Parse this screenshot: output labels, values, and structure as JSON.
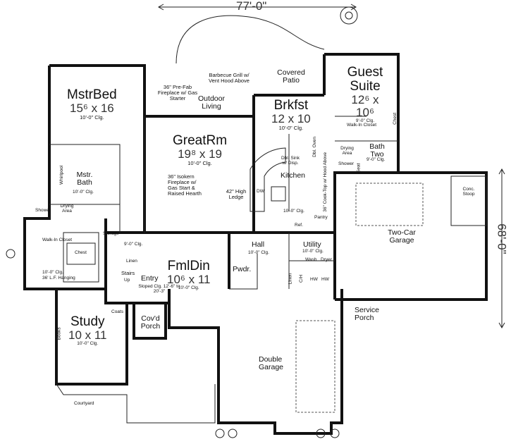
{
  "dimensions": {
    "width": "77'-0\"",
    "depth": "68'-0\""
  },
  "rooms": {
    "mstrbed": {
      "name": "MstrBed",
      "size": "15⁶ x 16",
      "ceiling": "10'-0\" Clg."
    },
    "outdoor": {
      "name": "Outdoor Living"
    },
    "prefab_fp": "36\" Pre-Fab Fireplace w/ Gas Starter",
    "bbq": "Barbecue Grill w/ Vent Hood Above",
    "patio": {
      "name": "Covered Patio"
    },
    "guest": {
      "name": "Guest Suite",
      "size": "12⁶ x 10⁶",
      "ceiling": "9'-0\" Clg."
    },
    "walkin_guest": "Walk-In Closet",
    "chest_guest": "Chest",
    "brkfst": {
      "name": "Brkfst",
      "size": "12 x 10",
      "ceiling": "10'-0\" Clg."
    },
    "greatrm": {
      "name": "GreatRm",
      "size": "19⁸ x 19",
      "ceiling": "10'-0\" Clg."
    },
    "isokern": "36\" Isokern Fireplace w/ Gas Start & Raised Hearth",
    "ledge": "42\" High Ledge",
    "mstrbath": {
      "name": "Mstr. Bath",
      "ceiling": "10'-0\" Clg."
    },
    "whirlpool": "Whirlpool",
    "shower": "Shower",
    "drying": "Drying Area",
    "kitchen": {
      "name": "Kitchen",
      "ceiling": "10'-0\" Clg."
    },
    "sink": "Dbl. Sink w/ Disp.",
    "dw": "DW",
    "cooktop": "36\" Cook-Top w/ Hood Above",
    "oven": "Dbl. Oven",
    "pantry": "Pantry",
    "ref": "Ref.",
    "bath2": {
      "name": "Bath Two",
      "ceiling": "9'-0\" Clg."
    },
    "drying2": "Drying Area",
    "shower2": "Shower",
    "seat": "Seat",
    "stoop": "Conc. Stoop",
    "garage2": {
      "name": "Two-Car Garage"
    },
    "closet": {
      "name": "Walk-In Closet",
      "chest": "Chest",
      "ceiling": "10'-0\" Clg.",
      "hanging": "36' L.F. Hanging"
    },
    "storage": "Storage",
    "linen": "Linen",
    "stor_clg": "9'-0\" Clg.",
    "stairs": "Stairs",
    "up": "Up",
    "entry": {
      "name": "Entry",
      "ceiling": "Sloped Clg. 12'-6\" to 20'-3\""
    },
    "coats": "Coats",
    "porch": "Cov'd Porch",
    "fmldin": {
      "name": "FmlDin",
      "size": "10⁶ x 11",
      "ceiling": "10'-0\" Clg."
    },
    "hall": {
      "name": "Hall",
      "ceiling": "10'-0\" Clg."
    },
    "pwdr": "Pwdr.",
    "utility": {
      "name": "Utility",
      "ceiling": "10'-0\" Clg.",
      "wash": "Wash",
      "dryer": "Dryer"
    },
    "linen2": "Linen",
    "ch": "C/H",
    "hw": "HW",
    "service": "Service Porch",
    "study": {
      "name": "Study",
      "size": "10 x 11",
      "ceiling": "10'-0\" Clg.",
      "books": "Books"
    },
    "courtyard": "Courtyard",
    "dblgarage": "Double Garage"
  }
}
